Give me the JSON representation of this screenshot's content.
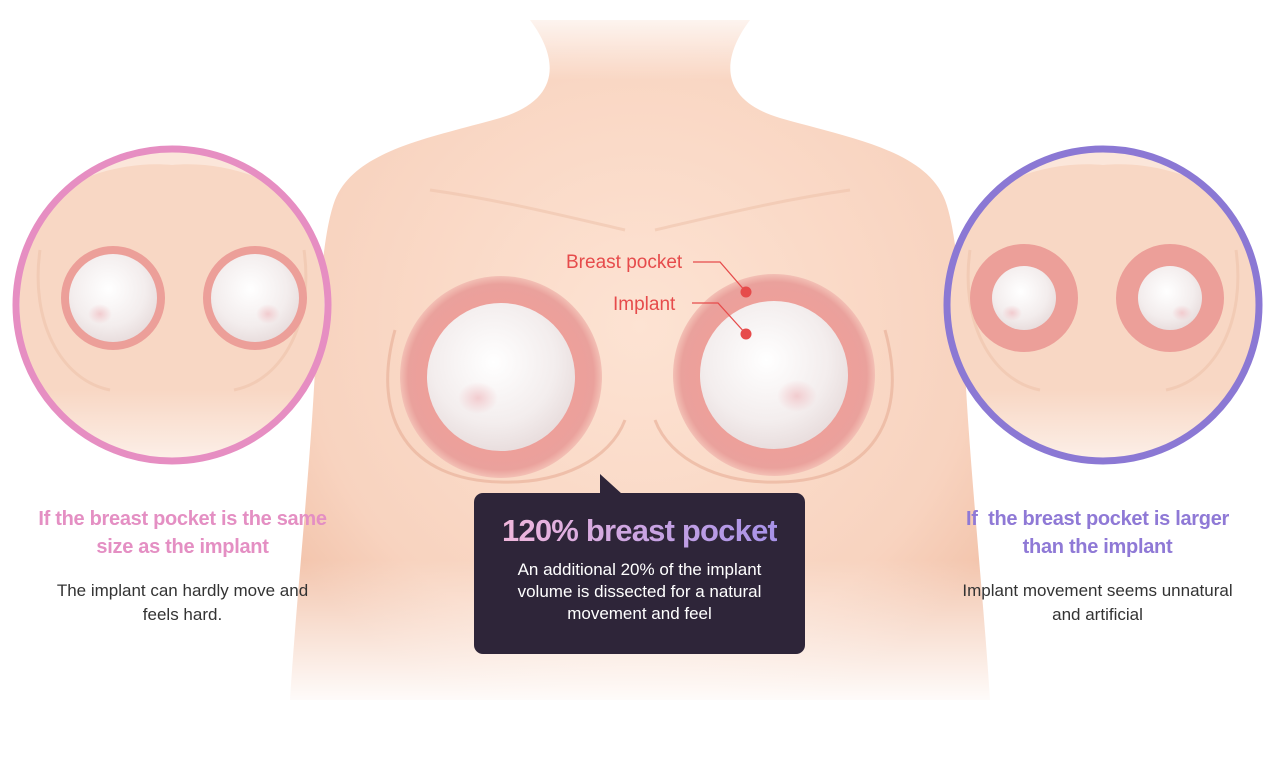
{
  "colors": {
    "skin": "#fadbc9",
    "skin_shadow": "#efbfa6",
    "pocket": "#eb9d98",
    "pocket_edge": "#e08a86",
    "implant": "#f4efef",
    "label_red": "#e64b4b",
    "left_ring": "#e68ec2",
    "right_ring": "#8b78d4",
    "info_bg": "#2e2539"
  },
  "labels": {
    "breast_pocket": "Breast pocket",
    "implant": "Implant"
  },
  "left_panel": {
    "title_line1": "If the breast pocket is the same",
    "title_line2": "size as the implant",
    "desc_line1": "The implant can hardly move and",
    "desc_line2": "feels hard."
  },
  "right_panel": {
    "title_line1": "If  the breast pocket is larger",
    "title_line2": "than the implant",
    "desc_line1": "Implant movement seems unnatural",
    "desc_line2": "and artificial"
  },
  "info": {
    "title": "120% breast pocket",
    "desc_line1": "An additional 20% of the implant",
    "desc_line2": "volume is dissected for a natural",
    "desc_line3": "movement and feel"
  }
}
